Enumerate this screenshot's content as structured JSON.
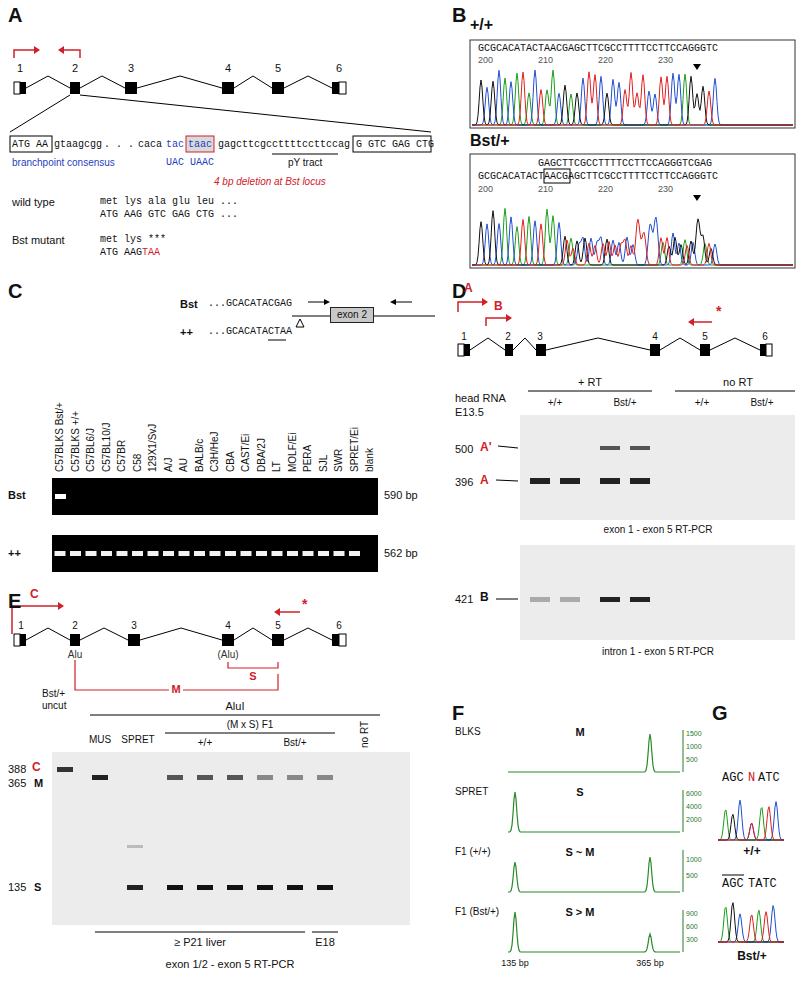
{
  "diagram": {
    "nodes": [
      {
        "text": [
          "exon 2"
        ]
      }
    ],
    "labels": [
      "A",
      "1",
      "2",
      "3",
      "4",
      "5",
      "6",
      "ATG AA",
      "gtaagcgg",
      ". . .",
      "caca",
      "tac",
      "taac",
      "gagcttcgccttttccttccag",
      "G GTC GAG CTG",
      "branchpoint consensus",
      "UAC UAAC",
      "pY tract",
      "4 bp deletion at Bst locus",
      "wild type",
      "met lys ala glu leu ...",
      "ATG AAG GTC GAG CTG ...",
      "Bst mutant",
      "met lys ***",
      "ATG AAG",
      "TAA",
      "B",
      "+/+",
      "GCGCACATACTAACGAGCTTCGCCTTTTCCTTCCAGGGTC",
      "200",
      "210",
      "220",
      "230",
      "Bst/+",
      "GAGCTTCGCCTTTTCCTTCCAGGGTCGAG",
      "GCGCACATACTAACGAGCTTCGCCTTTTCCTTCCAGGGTC",
      "200",
      "210",
      "220",
      "230",
      "C",
      "Bst",
      "...GCACATACGAG",
      "++",
      "...GCACATACTAA",
      "C57BLKS Bst/+",
      "C57BLKS +/+",
      "C57BL6/J",
      "C57BL10/J",
      "C57BR",
      "C58",
      "129X1/SvJ",
      "A/J",
      "AU",
      "BALB/c",
      "C3H/HeJ",
      "CBA",
      "CAST/Ei",
      "DBA/2J",
      "LT",
      "MOLF/Ei",
      "PERA",
      "SJL",
      "SWR",
      "SPRET/Ei",
      "blank",
      "Bst",
      "590 bp",
      "++",
      "562 bp",
      "D",
      "A",
      "B",
      "1",
      "2",
      "3",
      "4",
      "5",
      "6",
      "*",
      "head RNA",
      "E13.5",
      "+ RT",
      "no RT",
      "+/+",
      "Bst/+",
      "+/+",
      "Bst/+",
      "500",
      "A'",
      "396",
      "A",
      "exon 1 - exon 5 RT-PCR",
      "421",
      "B",
      "intron 1 - exon 5 RT-PCR",
      "E",
      "C",
      "1",
      "2",
      "3",
      "4",
      "5",
      "6",
      "Alu",
      "(Alu)",
      "*",
      "M",
      "S",
      "AluI",
      "Bst/+ uncut",
      "MUS",
      "SPRET",
      "(M x S) F1",
      "+/+",
      "Bst/+",
      "no RT",
      "388",
      "C",
      "365",
      "M",
      "135",
      "S",
      "≥ P21 liver",
      "E18",
      "exon 1/2 - exon 5 RT-PCR",
      "F",
      "BLKS",
      "M",
      "1500",
      "1000",
      "500",
      "SPRET",
      "S",
      "6000",
      "4000",
      "2000",
      "F1 (+/+)",
      "S ~ M",
      "1000",
      "500",
      "F1 (Bst/+)",
      "S > M",
      "900",
      "600",
      "300",
      "135 bp",
      "365 bp",
      "G",
      "AGC",
      "N",
      "ATC",
      "+/+",
      "AGC",
      "TATC",
      "Bst/+"
    ]
  }
}
